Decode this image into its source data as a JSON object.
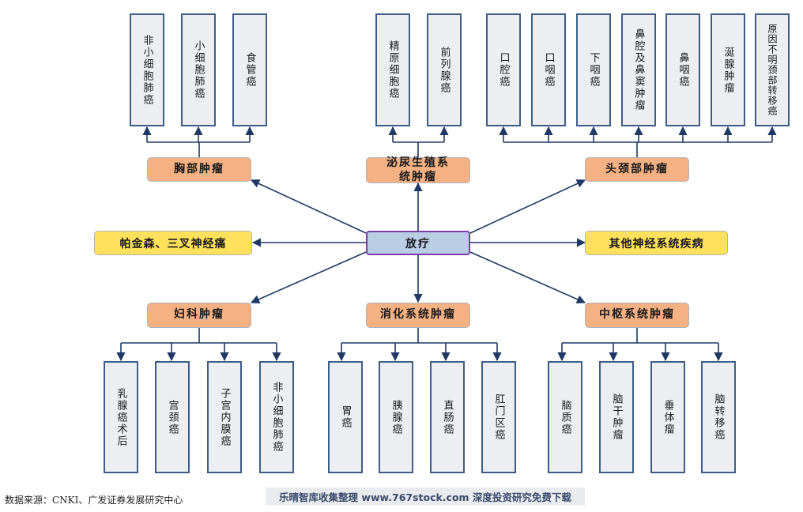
{
  "center": {
    "label": "放疗"
  },
  "categories": {
    "chest": "胸部肿瘤",
    "urogenital": "泌尿生殖系\n统肿瘤",
    "headneck": "头颈部肿瘤",
    "gyn": "妇科肿瘤",
    "digestive": "消化系统肿瘤",
    "cns": "中枢系统肿瘤"
  },
  "side_items": {
    "parkinson": "帕金森、三叉神经痛",
    "other_neuro": "其他神经系统疾病"
  },
  "leaves": {
    "chest": [
      "非小细胞肺癌",
      "小细胞肺癌",
      "食管癌"
    ],
    "urogenital": [
      "精原细胞癌",
      "前列腺癌"
    ],
    "headneck": [
      "口腔癌",
      "口咽癌",
      "下咽癌",
      "鼻腔及鼻窦肿瘤",
      "鼻咽癌",
      "涎腺肿瘤",
      "原因不明颈部转移癌"
    ],
    "gyn": [
      "乳腺癌术后",
      "宫颈癌",
      "子宫内膜癌",
      "非小细胞肺癌"
    ],
    "digestive": [
      "胃癌",
      "胰腺癌",
      "直肠癌",
      "肛门区癌"
    ],
    "cns": [
      "脑质癌",
      "脑干肿瘤",
      "垂体瘤",
      "脑转移癌"
    ]
  },
  "source": "数据来源：CNKI、广发证券发展研究中心",
  "watermark": "乐晴智库收集整理 www.767stock.com 深度投资研究免费下载",
  "colors": {
    "line": "#1f3864",
    "leaf_border": "#3e5d86",
    "category": "#f4b183",
    "side": "#ffe15c",
    "center": "#b9cde5"
  }
}
